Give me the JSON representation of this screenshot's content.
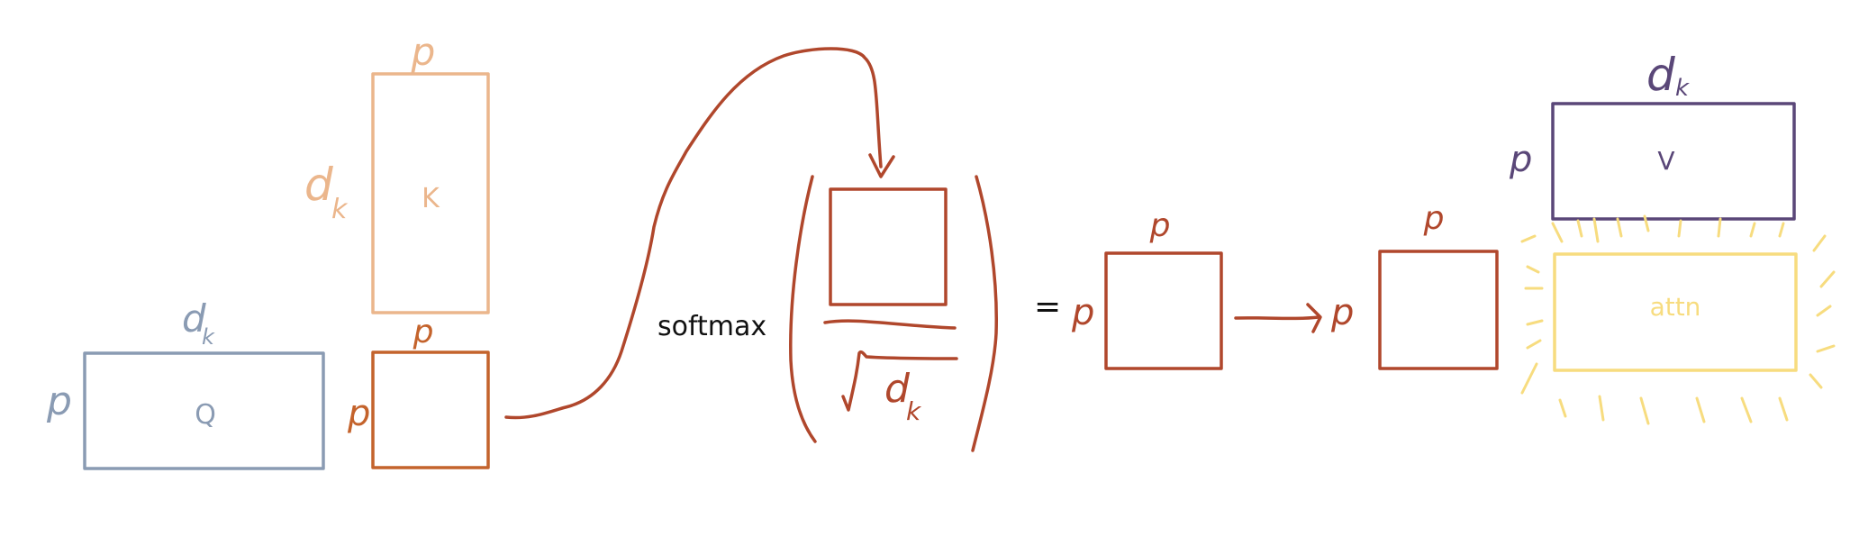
{
  "colors": {
    "q": "#8a9bb3",
    "k": "#ebb68c",
    "scores": "#c4632c",
    "rust": "#b0472c",
    "v": "#5a4778",
    "attn": "#f7dc7f",
    "text": "#111111"
  },
  "labels": {
    "p": "p",
    "d": "d",
    "k_sub": "k",
    "q_label": "Q",
    "k_label": "K",
    "v_label": "V",
    "attn_label": "attn",
    "softmax": "softmax",
    "equals": "="
  }
}
